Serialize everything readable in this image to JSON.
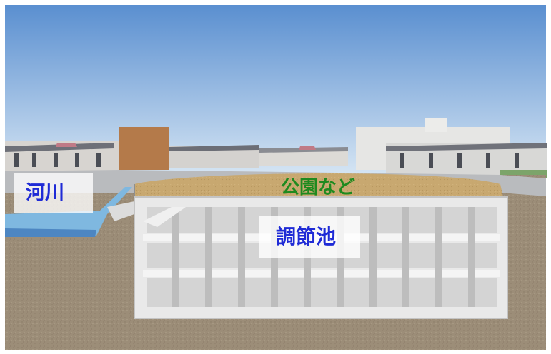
{
  "labels": {
    "river": "河川",
    "park": "公園など",
    "regulating_pond": "調節池"
  },
  "colors": {
    "river_text": "#1f2bd6",
    "park_text": "#1f8a1f",
    "pond_text": "#1f2bd6",
    "sky_top": "#5a8fd0",
    "sky_bottom": "#d9e8f4",
    "soil": "#9e8f7a",
    "park_sand": "#c9aa72",
    "concrete": "#e8e8e8",
    "water": "#7fb8e0"
  }
}
